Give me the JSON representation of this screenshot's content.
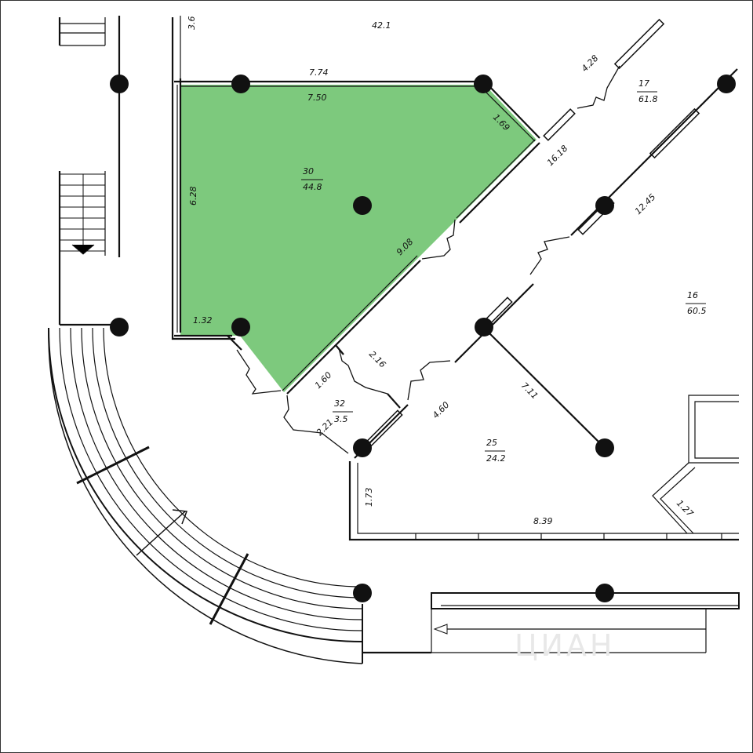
{
  "rooms": [
    {
      "number": "30",
      "area": "44.8",
      "highlighted": true
    },
    {
      "number": "17",
      "area": "61.8"
    },
    {
      "number": "16",
      "area": "60.5"
    },
    {
      "number": "25",
      "area": "24.2"
    },
    {
      "number": "32",
      "area": "3.5"
    }
  ],
  "top_labels": {
    "a": "3.6",
    "b": "42.1"
  },
  "dimensions": {
    "d1": "7.74",
    "d2": "7.50",
    "d3": "1.69",
    "d4": "16.18",
    "d5": "4.28",
    "d6": "6.28",
    "d7": "9.08",
    "d8": "12.45",
    "d9": "1.32",
    "d10": "1.60",
    "d11": "2.16",
    "d12": "2.21",
    "d13": "4.60",
    "d14": "7.11",
    "d15": "1.73",
    "d16": "8.39",
    "d17": "1.27"
  },
  "colors": {
    "highlight": "#7dc97d",
    "line": "#111111",
    "background": "#ffffff"
  },
  "watermark": "ЦИАН"
}
